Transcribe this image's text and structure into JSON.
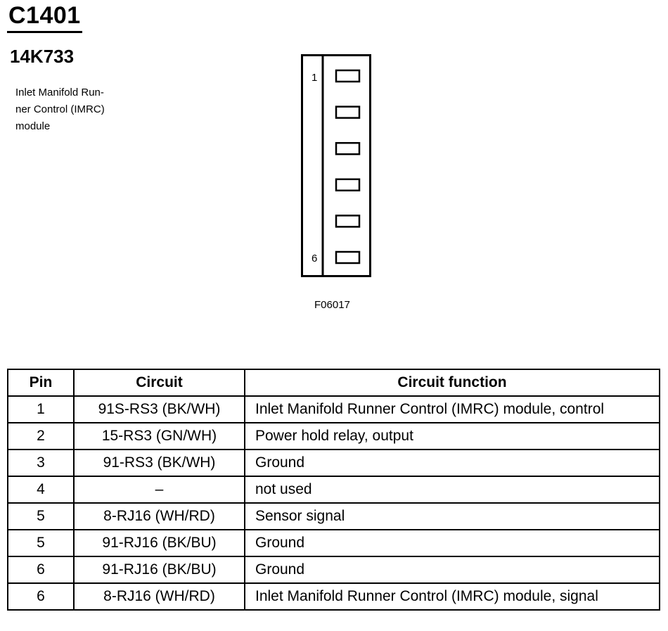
{
  "header": {
    "connector_id": "C1401",
    "part_number": "14K733",
    "description_lines": [
      "Inlet Manifold Run-",
      "ner Control (IMRC)",
      "module"
    ]
  },
  "figure": {
    "code": "F06017",
    "first_pin_label": "1",
    "last_pin_label": "6",
    "cavity_count": 6
  },
  "table": {
    "headers": {
      "pin": "Pin",
      "circuit": "Circuit",
      "function": "Circuit function"
    },
    "rows": [
      {
        "pin": "1",
        "circuit": "91S-RS3 (BK/WH)",
        "function": "Inlet Manifold Runner Control (IMRC) module, control"
      },
      {
        "pin": "2",
        "circuit": "15-RS3 (GN/WH)",
        "function": "Power hold relay, output"
      },
      {
        "pin": "3",
        "circuit": "91-RS3 (BK/WH)",
        "function": "Ground"
      },
      {
        "pin": "4",
        "circuit": "–",
        "function": "not used"
      },
      {
        "pin": "5",
        "circuit": "8-RJ16 (WH/RD)",
        "function": "Sensor signal"
      },
      {
        "pin": "5",
        "circuit": "91-RJ16 (BK/BU)",
        "function": "Ground"
      },
      {
        "pin": "6",
        "circuit": "91-RJ16 (BK/BU)",
        "function": "Ground"
      },
      {
        "pin": "6",
        "circuit": "8-RJ16 (WH/RD)",
        "function": "Inlet Manifold Runner Control (IMRC) module, signal"
      }
    ]
  }
}
